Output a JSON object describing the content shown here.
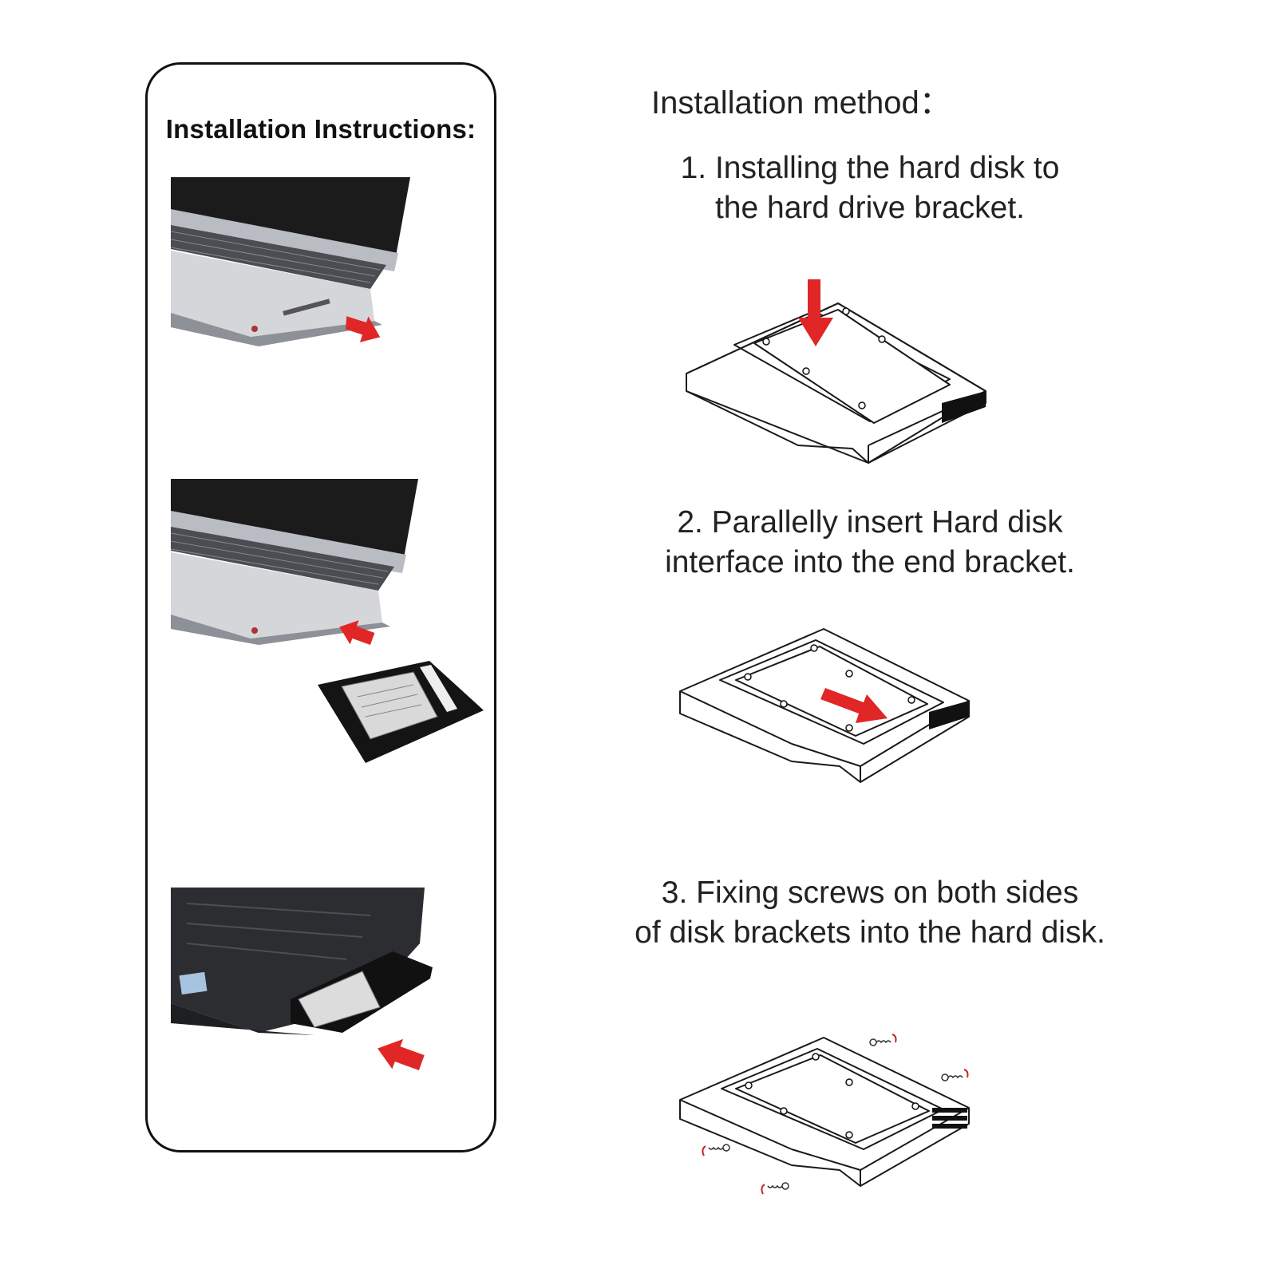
{
  "panel": {
    "title": "Installation Instructions:",
    "photos": [
      {
        "name": "laptop-eject-drive",
        "arrow": "out"
      },
      {
        "name": "laptop-insert-caddy",
        "arrow": "in"
      },
      {
        "name": "laptop-caddy-installed",
        "arrow": "in"
      }
    ]
  },
  "method": {
    "title": "Installation method：",
    "steps": [
      {
        "line1": "1. Installing the hard disk to",
        "line2": "the hard drive bracket."
      },
      {
        "line1": "2. Parallelly insert Hard disk",
        "line2": "interface into the end bracket."
      },
      {
        "line1": "3. Fixing screws on both sides",
        "line2": "of disk brackets into the hard disk."
      }
    ]
  },
  "colors": {
    "arrow": "#e02626",
    "outline": "#1a1a1a",
    "panel_border": "#111111"
  },
  "icons": [
    "down-arrow-icon",
    "insert-arrow-icon",
    "screw-icon",
    "rotate-arrow-icon"
  ]
}
